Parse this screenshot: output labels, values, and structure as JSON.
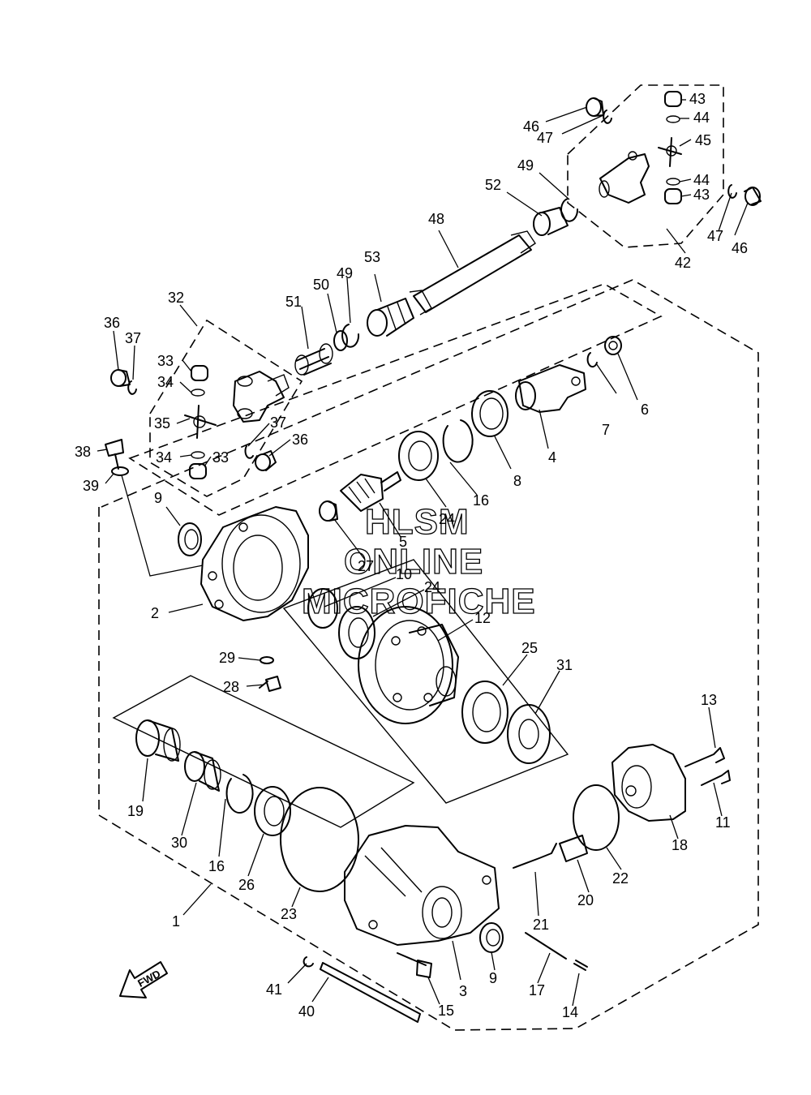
{
  "watermark": {
    "line1": "HLSM",
    "line2": "ONLINE",
    "line3": "MICROFICHE"
  },
  "direction_arrow": {
    "label": "FWD",
    "icon": "forward-arrow-icon"
  },
  "callouts": [
    {
      "id": "1",
      "text": "1"
    },
    {
      "id": "2",
      "text": "2"
    },
    {
      "id": "3",
      "text": "3"
    },
    {
      "id": "4",
      "text": "4"
    },
    {
      "id": "5",
      "text": "5"
    },
    {
      "id": "6",
      "text": "6"
    },
    {
      "id": "7",
      "text": "7"
    },
    {
      "id": "8",
      "text": "8"
    },
    {
      "id": "9a",
      "text": "9"
    },
    {
      "id": "9b",
      "text": "9"
    },
    {
      "id": "10",
      "text": "10"
    },
    {
      "id": "11",
      "text": "11"
    },
    {
      "id": "12",
      "text": "12"
    },
    {
      "id": "13",
      "text": "13"
    },
    {
      "id": "14",
      "text": "14"
    },
    {
      "id": "15",
      "text": "15"
    },
    {
      "id": "16a",
      "text": "16"
    },
    {
      "id": "16b",
      "text": "16"
    },
    {
      "id": "17",
      "text": "17"
    },
    {
      "id": "18",
      "text": "18"
    },
    {
      "id": "19",
      "text": "19"
    },
    {
      "id": "20",
      "text": "20"
    },
    {
      "id": "21",
      "text": "21"
    },
    {
      "id": "22",
      "text": "22"
    },
    {
      "id": "23",
      "text": "23"
    },
    {
      "id": "24a",
      "text": "24"
    },
    {
      "id": "24b",
      "text": "24"
    },
    {
      "id": "25",
      "text": "25"
    },
    {
      "id": "26",
      "text": "26"
    },
    {
      "id": "27",
      "text": "27"
    },
    {
      "id": "28",
      "text": "28"
    },
    {
      "id": "29",
      "text": "29"
    },
    {
      "id": "30",
      "text": "30"
    },
    {
      "id": "31",
      "text": "31"
    },
    {
      "id": "32",
      "text": "32"
    },
    {
      "id": "33a",
      "text": "33"
    },
    {
      "id": "33b",
      "text": "33"
    },
    {
      "id": "34a",
      "text": "34"
    },
    {
      "id": "34b",
      "text": "34"
    },
    {
      "id": "35",
      "text": "35"
    },
    {
      "id": "36a",
      "text": "36"
    },
    {
      "id": "36b",
      "text": "36"
    },
    {
      "id": "37a",
      "text": "37"
    },
    {
      "id": "37b",
      "text": "37"
    },
    {
      "id": "38",
      "text": "38"
    },
    {
      "id": "39",
      "text": "39"
    },
    {
      "id": "40",
      "text": "40"
    },
    {
      "id": "41",
      "text": "41"
    },
    {
      "id": "42",
      "text": "42"
    },
    {
      "id": "43a",
      "text": "43"
    },
    {
      "id": "43b",
      "text": "43"
    },
    {
      "id": "44a",
      "text": "44"
    },
    {
      "id": "44b",
      "text": "44"
    },
    {
      "id": "45",
      "text": "45"
    },
    {
      "id": "46a",
      "text": "46"
    },
    {
      "id": "46b",
      "text": "46"
    },
    {
      "id": "47a",
      "text": "47"
    },
    {
      "id": "47b",
      "text": "47"
    },
    {
      "id": "48",
      "text": "48"
    },
    {
      "id": "49a",
      "text": "49"
    },
    {
      "id": "49b",
      "text": "49"
    },
    {
      "id": "50",
      "text": "50"
    },
    {
      "id": "51",
      "text": "51"
    },
    {
      "id": "52",
      "text": "52"
    },
    {
      "id": "53",
      "text": "53"
    }
  ]
}
